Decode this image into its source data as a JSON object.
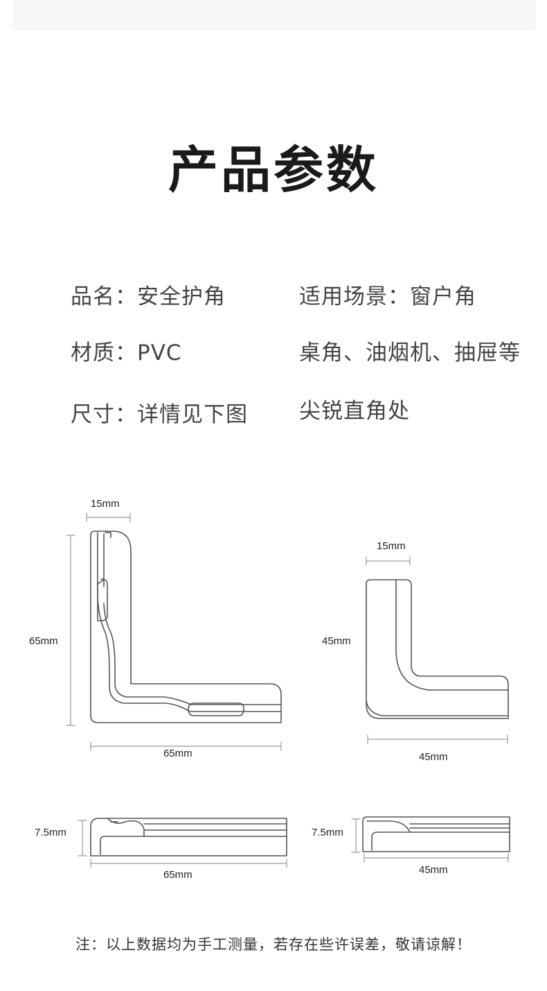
{
  "title": "产品参数",
  "specs": {
    "name": "品名：安全护角",
    "material": "材质：PVC",
    "size": "尺寸：详情见下图",
    "scene_1": "适用场景：窗户角",
    "scene_2": "桌角、油烟机、抽屉等",
    "scene_3": "尖锐直角处"
  },
  "dimensions": {
    "large_front_top": "15mm",
    "large_front_height": "65mm",
    "large_front_width": "65mm",
    "small_front_top": "15mm",
    "small_front_height": "45mm",
    "small_front_width": "45mm",
    "large_side_height": "7.5mm",
    "large_side_width": "65mm",
    "small_side_height": "7.5mm",
    "small_side_width": "45mm"
  },
  "note": "注：以上数据均为手工测量，若存在些许误差，敬请谅解！"
}
